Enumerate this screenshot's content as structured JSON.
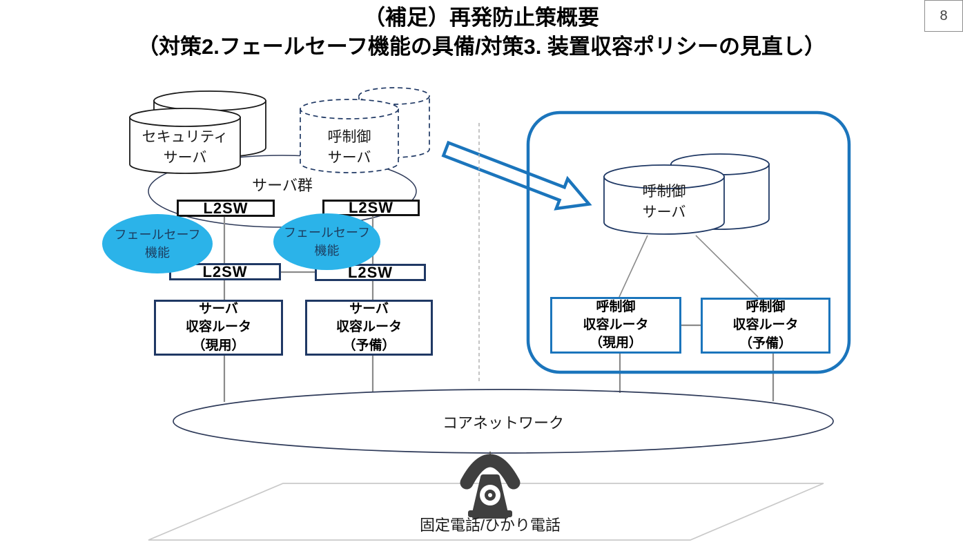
{
  "page_number": "8",
  "title": {
    "line1": "（補足）再発防止策概要",
    "line2": "（対策2.フェールセーフ機能の具備/対策3. 装置収容ポリシーの見直し）"
  },
  "left_diagram": {
    "security_server": "セキュリティ\nサーバ",
    "call_control_server": "呼制御\nサーバ",
    "server_group": "サーバ群",
    "l2sw_labels": [
      "L2SW",
      "L2SW",
      "L2SW",
      "L2SW"
    ],
    "failsafe_left": "フェールセーフ\n機能",
    "failsafe_right": "フェールセーフ\n機能",
    "router_active": "サーバ\n収容ルータ\n（現用）",
    "router_standby": "サーバ\n収容ルータ\n（予備）"
  },
  "right_diagram": {
    "call_control_server": "呼制御\nサーバ",
    "router_active": "呼制御\n収容ルータ\n（現用）",
    "router_standby": "呼制御\n収容ルータ\n（予備）"
  },
  "bottom_diagram": {
    "core_network": "コアネットワーク",
    "phone_caption": "固定電話/ひかり電話"
  },
  "icons": {
    "phone": "phone-icon"
  },
  "colors": {
    "accent_blue": "#1b75bc",
    "failsafe_fill": "#2bb3e9",
    "navy_outline": "#1f3864",
    "connector_gray": "#8a8a8a",
    "phone_dark": "#3f3f3f"
  }
}
